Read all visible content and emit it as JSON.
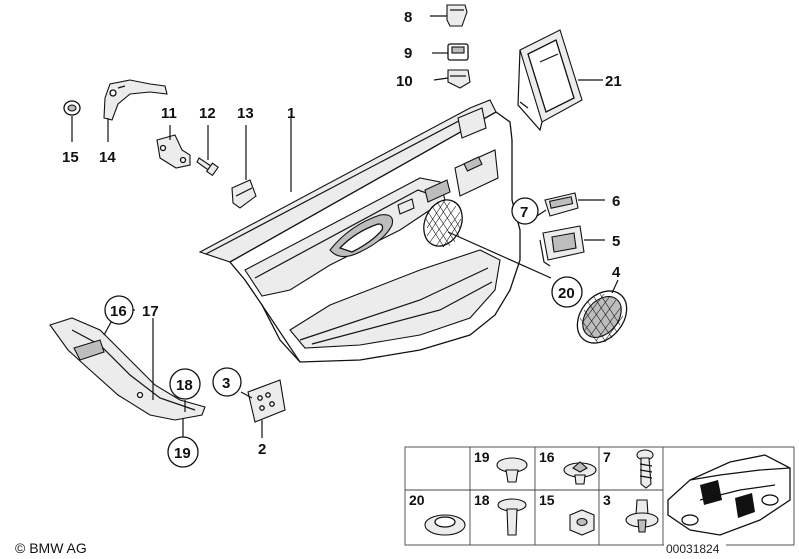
{
  "callouts": {
    "n1": "1",
    "n2": "2",
    "n3": "3",
    "n4": "4",
    "n5": "5",
    "n6": "6",
    "n7": "7",
    "n8": "8",
    "n9": "9",
    "n10": "10",
    "n11": "11",
    "n12": "12",
    "n13": "13",
    "n14": "14",
    "n15": "15",
    "n16": "16",
    "n17": "17",
    "n18": "18",
    "n19": "19",
    "n20": "20",
    "n21": "21"
  },
  "legend": {
    "c19": "19",
    "c16": "16",
    "c7": "7",
    "c20": "20",
    "c18": "18",
    "c15": "15",
    "c3": "3"
  },
  "footer": {
    "copyright": "© BMW AG",
    "diagram_number": "00031824"
  }
}
